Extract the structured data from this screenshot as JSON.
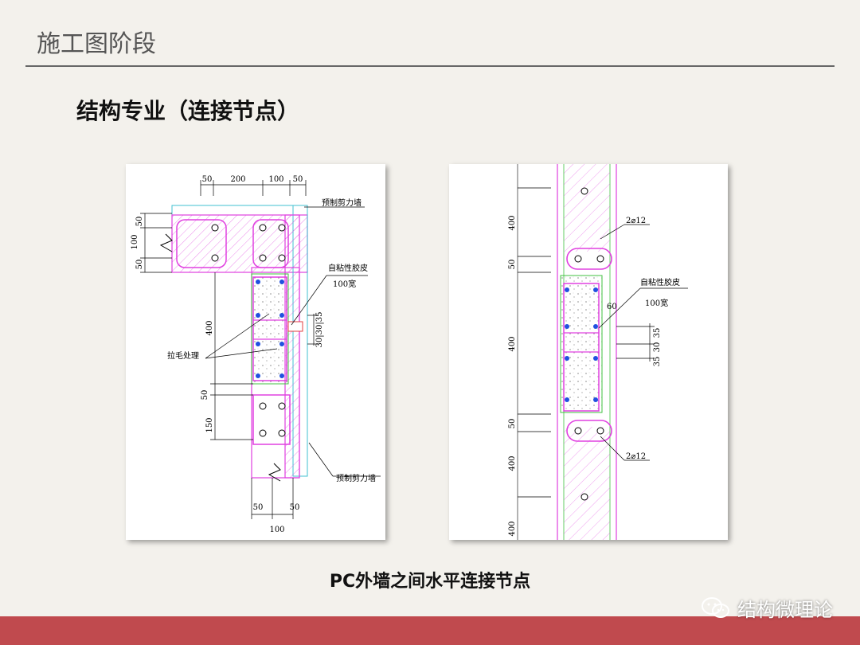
{
  "header": {
    "title": "施工图阶段"
  },
  "section": {
    "title": "结构专业（连接节点）"
  },
  "caption": "PC外墙之间水平连接节点",
  "watermark": {
    "text": "结构微理论",
    "icon": "wechat-icon"
  },
  "colors": {
    "band": "#c04a4e",
    "rebar": "#e040e0",
    "stirrup_blue": "#2050e0",
    "grid_green": "#40c040",
    "wall_cyan": "#40c0d0"
  },
  "left_detail": {
    "top_dims": [
      "50",
      "200",
      "100",
      "50"
    ],
    "left_dims": [
      "50",
      "100",
      "50"
    ],
    "vert_dims": [
      "400",
      "50",
      "150"
    ],
    "right_dims": "30|30|35",
    "bottom_dims": [
      "50",
      "50"
    ],
    "bottom_total": "100",
    "label_wall_top": "预制剪力墙",
    "label_tape": "自粘性胶皮",
    "label_tape_width": "100宽",
    "label_rough": "拉毛处理",
    "label_wall_bottom": "预制剪力墙"
  },
  "right_detail": {
    "vert_dims": [
      "400",
      "50",
      "400",
      "50",
      "400",
      "400"
    ],
    "label_rebar_top": "2⌀12",
    "label_tape": "自粘性胶皮",
    "label_tape_width": "100宽",
    "dim_60": "60",
    "right_dims": [
      "35",
      "30",
      "35"
    ],
    "label_rebar_bottom": "2⌀12"
  }
}
